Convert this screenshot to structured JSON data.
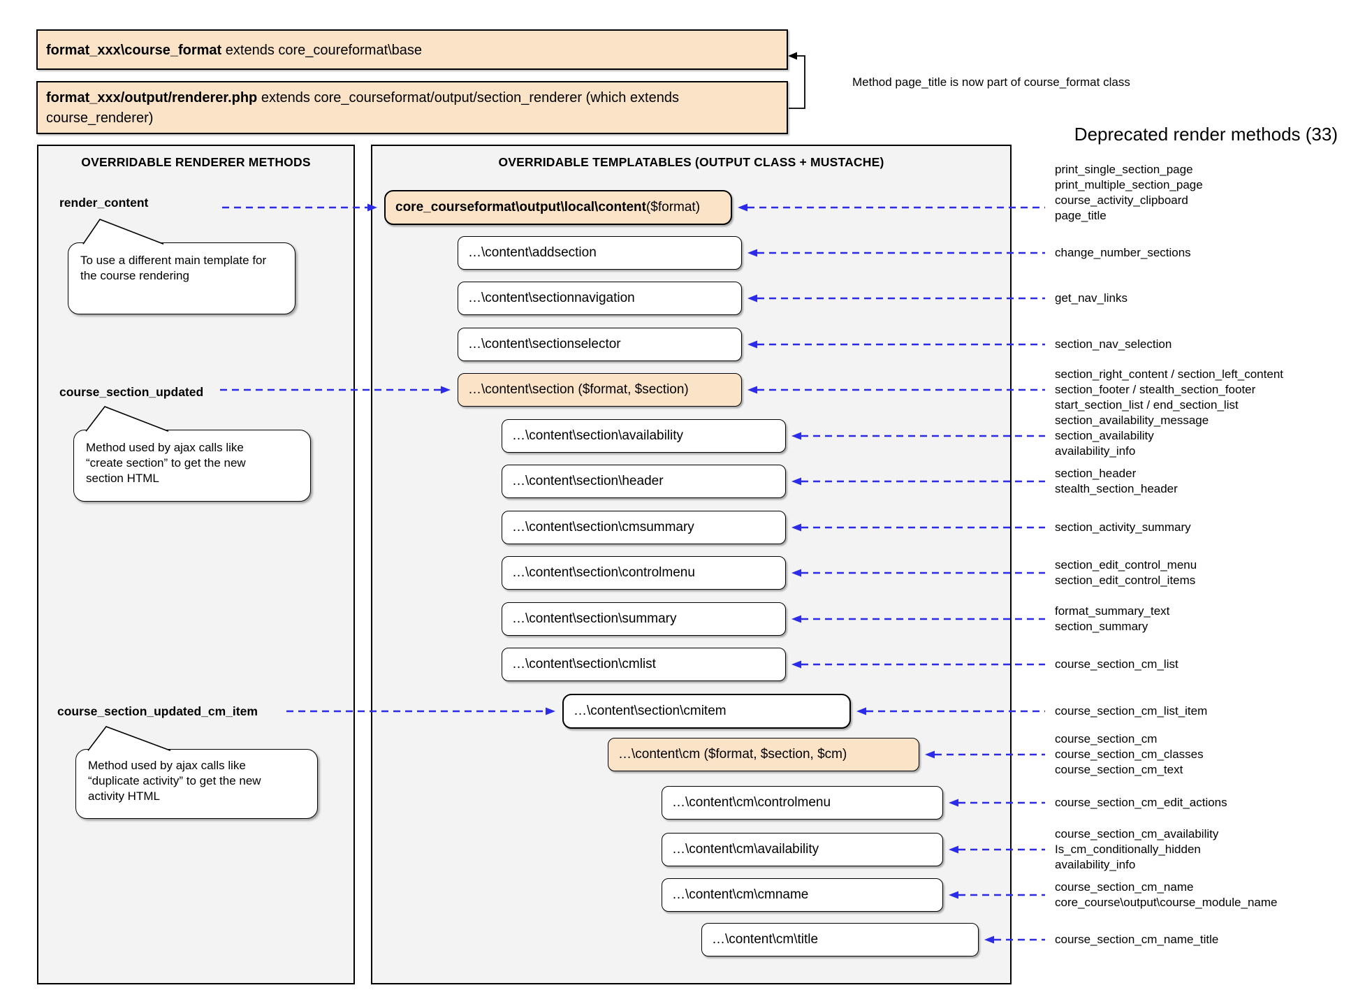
{
  "top": {
    "box1": {
      "bold": "format_xxx\\course_format",
      "rest": " extends core_coureformat\\base"
    },
    "box2": {
      "bold": "format_xxx/output/renderer.php",
      "rest": " extends core_courseformat/output/section_renderer (which extends course_renderer)"
    },
    "note": "Method page_title is now part of course_format class",
    "deprecated_title": "Deprecated render methods (33)"
  },
  "left_panel": {
    "header": "OVERRIDABLE RENDERER METHODS",
    "methods": [
      {
        "name": "render_content",
        "bubble": [
          "To use a different main template for",
          "the course rendering"
        ]
      },
      {
        "name": "course_section_updated",
        "bubble": [
          "Method used by ajax calls like",
          "“create section” to get the new",
          "section HTML"
        ]
      },
      {
        "name": "course_section_updated_cm_item",
        "bubble": [
          "Method used by ajax calls like",
          "“duplicate activity” to get the new",
          "activity HTML"
        ]
      }
    ]
  },
  "middle_panel": {
    "header": "OVERRIDABLE TEMPLATABLES (OUTPUT CLASS + MUSTACHE)"
  },
  "rows": [
    {
      "id": "content",
      "bold": "core_courseformat\\output\\local\\content",
      "text": " ($format)",
      "style": "orange",
      "border": "thick",
      "indent": 0,
      "labels": [
        "print_single_section_page",
        "print_multiple_section_page",
        "course_activity_clipboard",
        "page_title"
      ]
    },
    {
      "id": "addsection",
      "bold": "",
      "text": "…\\content\\addsection",
      "style": "white",
      "border": "normal",
      "indent": 1,
      "labels": [
        "change_number_sections"
      ]
    },
    {
      "id": "sectionnavigation",
      "bold": "",
      "text": "…\\content\\sectionnavigation",
      "style": "white",
      "border": "normal",
      "indent": 1,
      "labels": [
        "get_nav_links"
      ]
    },
    {
      "id": "sectionselector",
      "bold": "",
      "text": "…\\content\\sectionselector",
      "style": "white",
      "border": "normal",
      "indent": 1,
      "labels": [
        "section_nav_selection"
      ]
    },
    {
      "id": "section",
      "bold": "",
      "text": "…\\content\\section ($format, $section)",
      "style": "orange",
      "border": "normal",
      "indent": 1,
      "labels": [
        "section_right_content / section_left_content",
        "section_footer / stealth_section_footer",
        "start_section_list / end_section_list"
      ]
    },
    {
      "id": "section-availability",
      "bold": "",
      "text": "…\\content\\section\\availability",
      "style": "white",
      "border": "normal",
      "indent": 2,
      "labels": [
        "section_availability_message",
        "section_availability",
        "availability_info"
      ]
    },
    {
      "id": "section-header",
      "bold": "",
      "text": "…\\content\\section\\header",
      "style": "white",
      "border": "normal",
      "indent": 2,
      "labels": [
        "section_header",
        "stealth_section_header"
      ]
    },
    {
      "id": "section-cmsummary",
      "bold": "",
      "text": "…\\content\\section\\cmsummary",
      "style": "white",
      "border": "normal",
      "indent": 2,
      "labels": [
        "section_activity_summary"
      ]
    },
    {
      "id": "section-controlmenu",
      "bold": "",
      "text": "…\\content\\section\\controlmenu",
      "style": "white",
      "border": "normal",
      "indent": 2,
      "labels": [
        "section_edit_control_menu",
        "section_edit_control_items"
      ]
    },
    {
      "id": "section-summary",
      "bold": "",
      "text": "…\\content\\section\\summary",
      "style": "white",
      "border": "normal",
      "indent": 2,
      "labels": [
        "format_summary_text",
        "section_summary"
      ]
    },
    {
      "id": "section-cmlist",
      "bold": "",
      "text": "…\\content\\section\\cmlist",
      "style": "white",
      "border": "normal",
      "indent": 2,
      "labels": [
        "course_section_cm_list"
      ]
    },
    {
      "id": "section-cmitem",
      "bold": "",
      "text": "…\\content\\section\\cmitem",
      "style": "white",
      "border": "thick",
      "indent": 3,
      "labels": [
        "course_section_cm_list_item"
      ]
    },
    {
      "id": "cm",
      "bold": "",
      "text": "…\\content\\cm ($format, $section, $cm)",
      "style": "orange",
      "border": "normal",
      "indent": 4,
      "labels": [
        "course_section_cm",
        "course_section_cm_classes",
        "course_section_cm_text"
      ]
    },
    {
      "id": "cm-controlmenu",
      "bold": "",
      "text": "…\\content\\cm\\controlmenu",
      "style": "white",
      "border": "normal",
      "indent": 5,
      "labels": [
        "course_section_cm_edit_actions"
      ]
    },
    {
      "id": "cm-availability",
      "bold": "",
      "text": "…\\content\\cm\\availability",
      "style": "white",
      "border": "normal",
      "indent": 5,
      "labels": [
        "course_section_cm_availability",
        "Is_cm_conditionally_hidden",
        "availability_info"
      ]
    },
    {
      "id": "cm-cmname",
      "bold": "",
      "text": "…\\content\\cm\\cmname",
      "style": "white",
      "border": "normal",
      "indent": 5,
      "labels": [
        "course_section_cm_name",
        "core_course\\output\\course_module_name"
      ]
    },
    {
      "id": "cm-title",
      "bold": "",
      "text": "…\\content\\cm\\title",
      "style": "white",
      "border": "normal",
      "indent": 6,
      "labels": [
        "course_section_cm_name_title"
      ]
    }
  ],
  "colors": {
    "accent_blue": "#2b2be8",
    "box_orange": "#fbe3c8",
    "panel_gray": "#f3f3f3"
  }
}
